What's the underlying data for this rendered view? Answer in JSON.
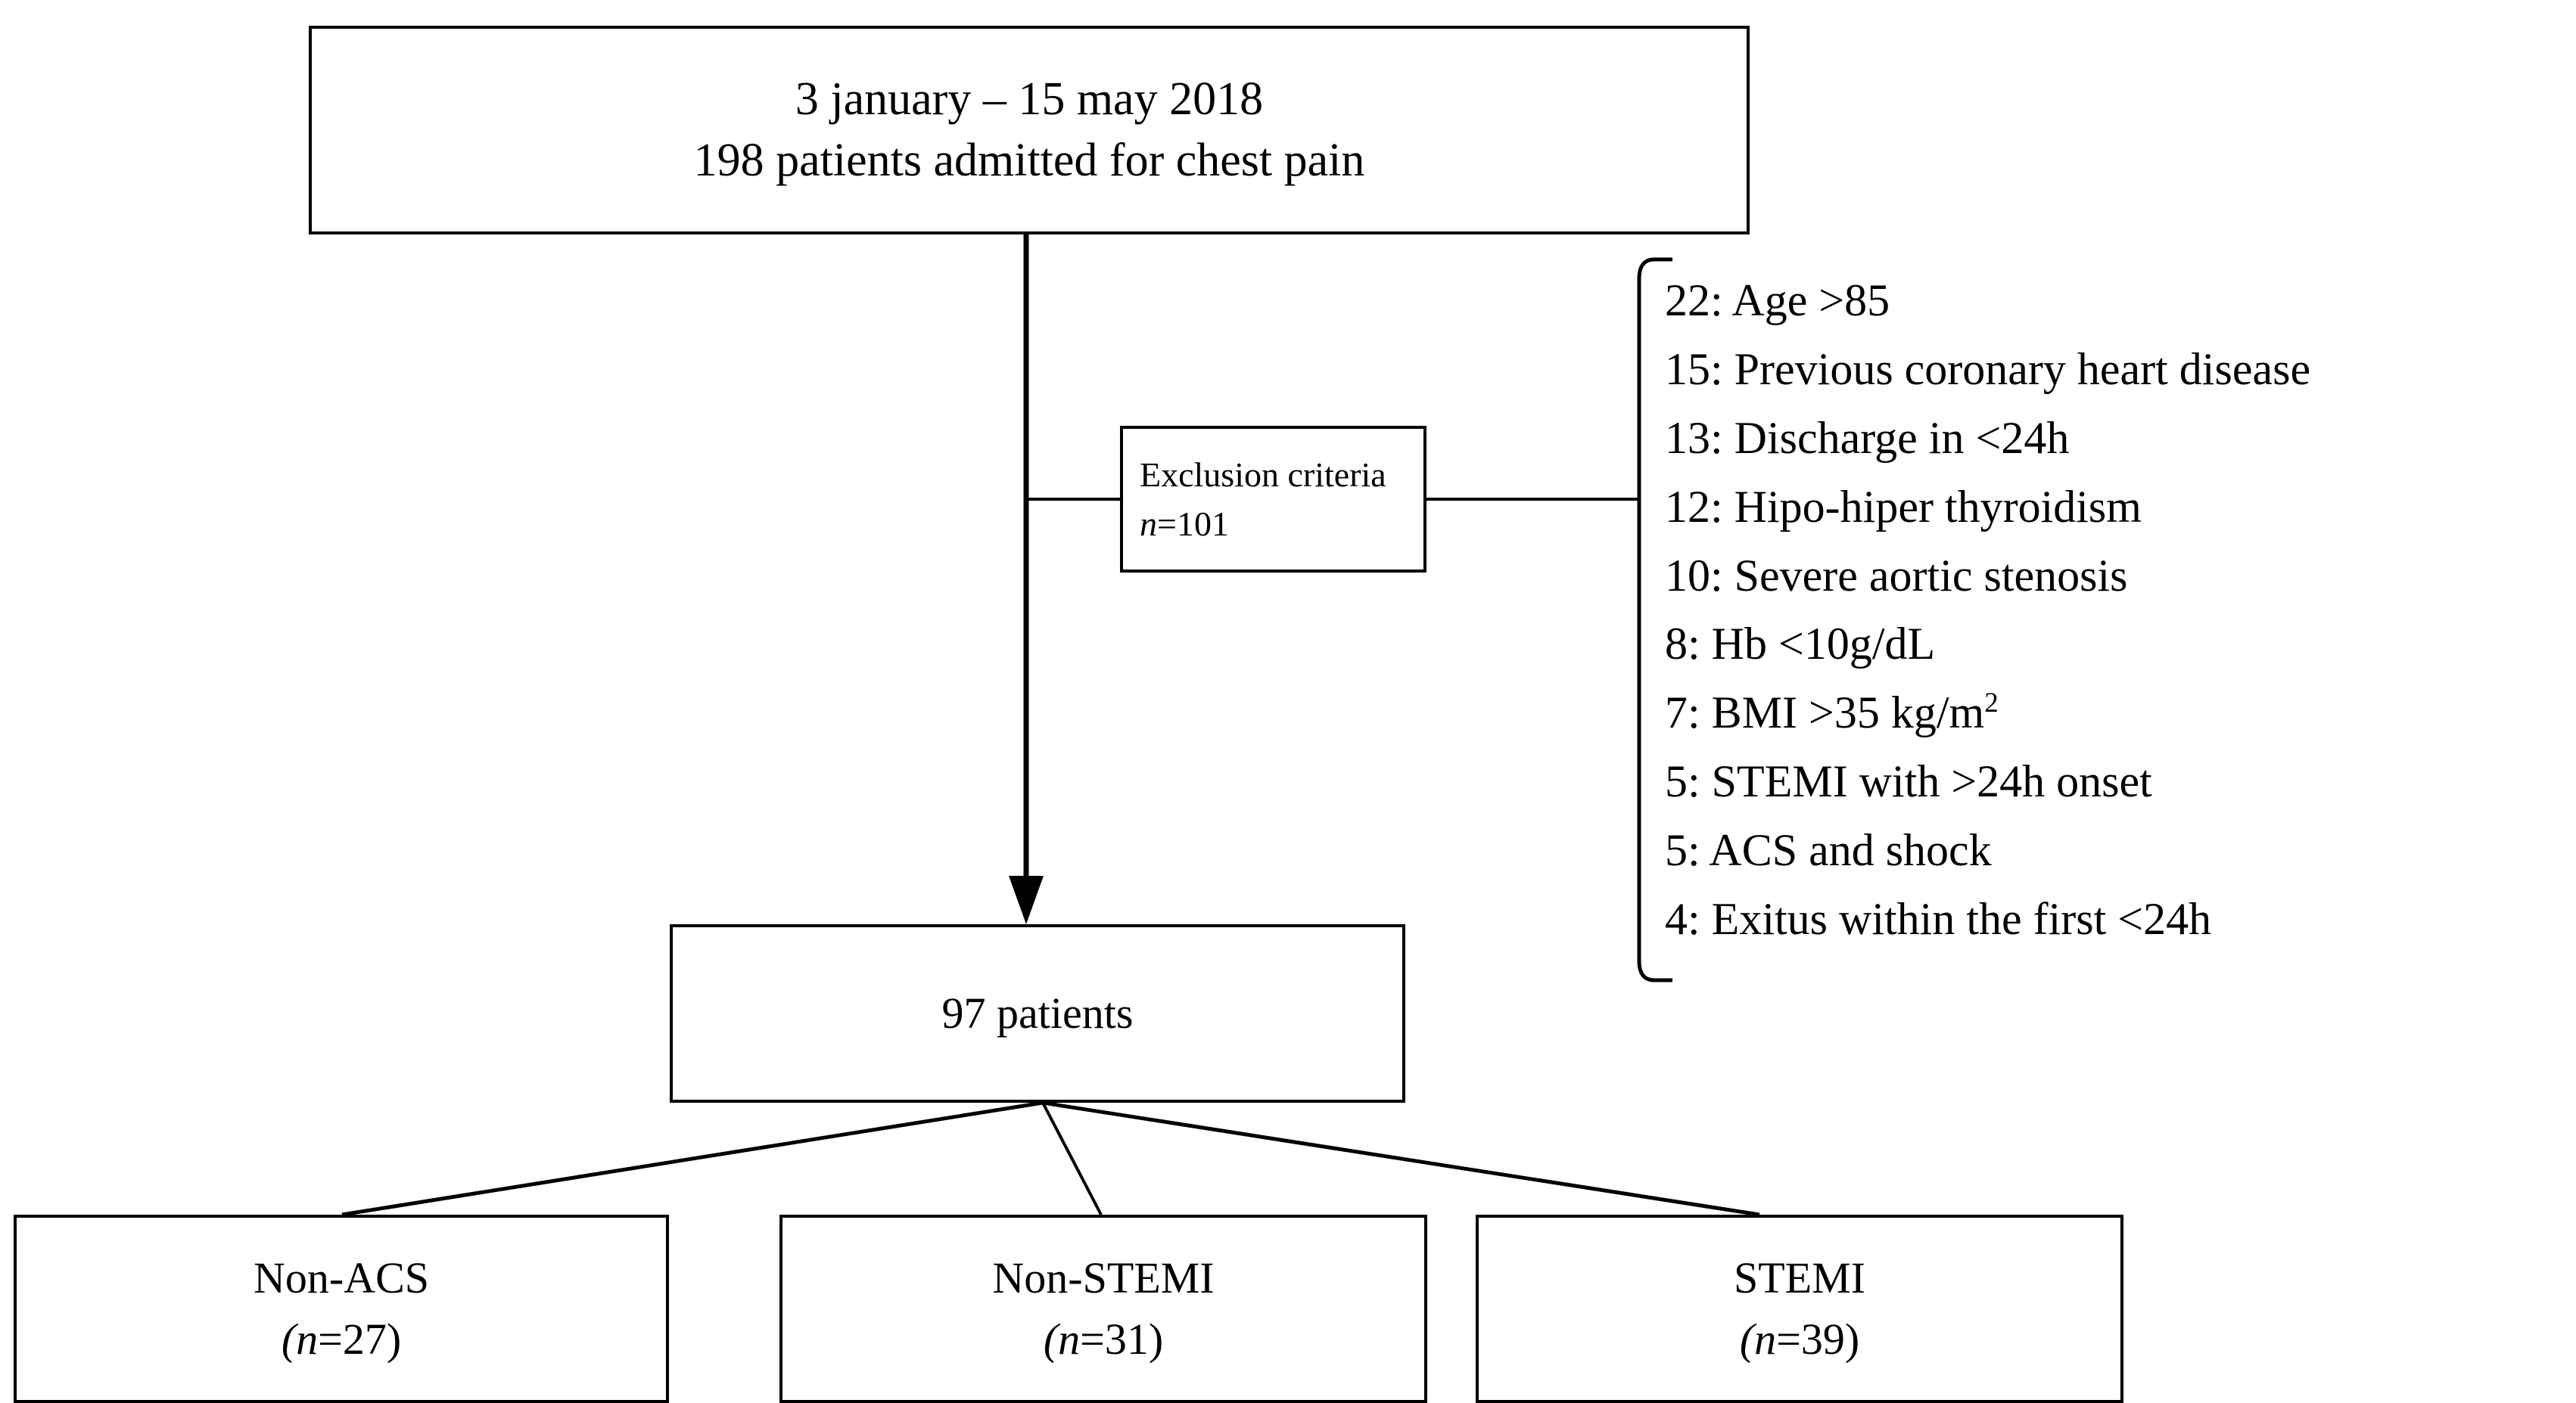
{
  "diagram": {
    "type": "patient-flow-chart",
    "top_box": {
      "line1": "3 january – 15 may 2018",
      "line2": "198 patients admitted for chest pain"
    },
    "exclusion_box": {
      "title": "Exclusion  criteria",
      "count_prefix": "n",
      "count_value": "=101"
    },
    "exclusion_criteria": [
      {
        "count": "22",
        "label": "Age >85"
      },
      {
        "count": "15",
        "label": "Previous coronary heart disease"
      },
      {
        "count": "13",
        "label": "Discharge in <24h"
      },
      {
        "count": "12",
        "label": "Hipo-hiper thyroidism"
      },
      {
        "count": "10",
        "label": "Severe aortic stenosis"
      },
      {
        "count": "8",
        "label": "Hb <10g/dL"
      },
      {
        "count": "7",
        "label": "BMI >35 kg/m",
        "sup": "2"
      },
      {
        "count": "5",
        "label": "STEMI with >24h onset"
      },
      {
        "count": "5",
        "label": "ACS and shock"
      },
      {
        "count": "4",
        "label": "Exitus within the first <24h"
      }
    ],
    "included_box": {
      "label": "97 patients"
    },
    "groups": [
      {
        "name": "Non-ACS",
        "n_prefix": "(n",
        "n_value": "=27)"
      },
      {
        "name": "Non-STEMI",
        "n_prefix": "(n",
        "n_value": "=31)"
      },
      {
        "name": "STEMI",
        "n_prefix": "(n",
        "n_value": "=39)"
      }
    ],
    "colors": {
      "stroke": "#000000",
      "background": "#ffffff",
      "text": "#000000"
    }
  }
}
